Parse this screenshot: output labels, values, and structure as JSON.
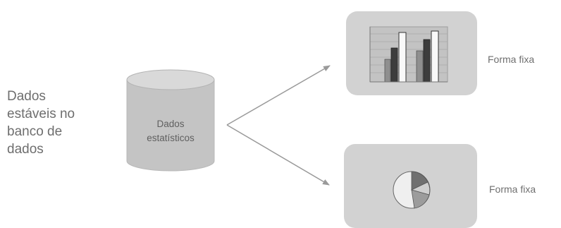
{
  "left_text": {
    "line1": "Dados",
    "line2": "estáveis no",
    "line3": "banco de",
    "line4": "dados"
  },
  "database": {
    "line1": "Dados",
    "line2": "estatísticos"
  },
  "outputs": {
    "top_label": "Forma fixa",
    "bottom_label": "Forma fixa"
  },
  "colors": {
    "panel": "#d2d2d2",
    "cylinder_side": "#c4c4c4",
    "cylinder_top": "#d9d9d9",
    "arrow": "#9a9a9a"
  },
  "icons": {
    "top": "bar-chart-icon",
    "bottom": "pie-chart-icon"
  }
}
